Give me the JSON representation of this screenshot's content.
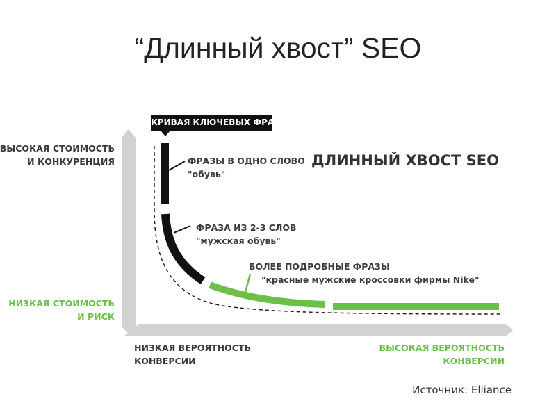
{
  "title": "“Длинный хвост” SEO",
  "diagram": {
    "curve_tag": "КРИВАЯ КЛЮЧЕВЫХ ФРАЗ",
    "heading": "ДЛИННЫЙ ХВОСТ SEO",
    "y_axis": {
      "high": [
        "ВЫСОКАЯ СТОИМОСТЬ",
        "И КОНКУРЕНЦИЯ"
      ],
      "low": [
        "НИЗКАЯ СТОИМОСТЬ",
        "И РИСК"
      ]
    },
    "x_axis": {
      "low": [
        "НИЗКАЯ ВЕРОЯТНОСТЬ",
        "КОНВЕРСИИ"
      ],
      "high": [
        "ВЫСОКАЯ ВЕРОЯТНОСТЬ",
        "КОНВЕРСИИ"
      ]
    },
    "segments": [
      {
        "label": "ФРАЗЫ В ОДНО СЛОВО",
        "example": "\"обувь\""
      },
      {
        "label": "ФРАЗА ИЗ 2-3 СЛОВ",
        "example": "\"мужская обувь\""
      },
      {
        "label": "БОЛЕЕ ПОДРОБНЫЕ ФРАЗЫ",
        "example": "\"красные мужские кроссовки фирмы Nike\""
      }
    ],
    "colors": {
      "curve_dark": "#111111",
      "curve_green": "#6cc04a",
      "axis_gray": "#d2d2d2"
    }
  },
  "source_label": "Источник: ",
  "source_name": "Elliance"
}
